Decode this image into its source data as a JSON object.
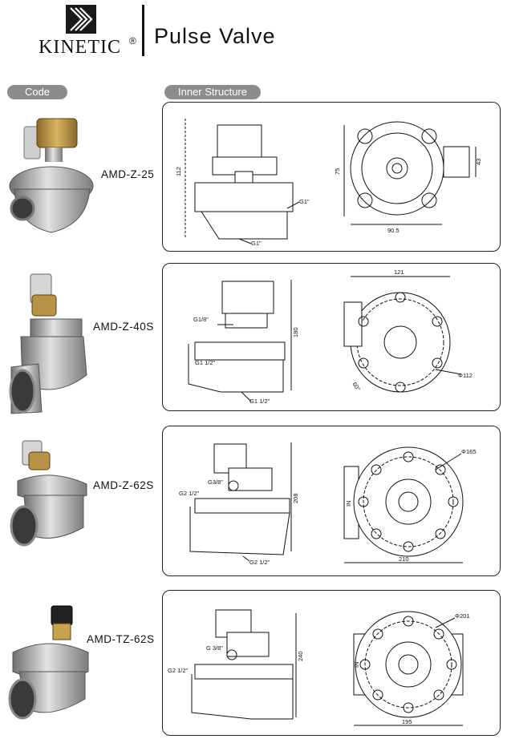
{
  "brand": {
    "name": "KINETIC",
    "reg": "®"
  },
  "page": {
    "title": "Pulse Valve"
  },
  "headers": {
    "code": "Code",
    "inner": "Inner Structure"
  },
  "products": [
    {
      "model": "AMD-Z-25",
      "dims": {
        "height": "112",
        "port_side": "G1\"",
        "port_bottom": "G1\"",
        "depth": "75",
        "coil": "43",
        "width": "90.5"
      }
    },
    {
      "model": "AMD-Z-40S",
      "dims": {
        "top_width": "121",
        "pilot": "G1/8\"",
        "port_side": "G1 1/2\"",
        "height": "180",
        "port_bottom": "G1 1/2\"",
        "angle": "60°",
        "diameter": "Φ112"
      }
    },
    {
      "model": "AMD-Z-62S",
      "dims": {
        "pilot": "G3/8\"",
        "port_side": "G2 1/2\"",
        "height": "208",
        "port_bottom": "G2 1/2\"",
        "diameter": "Φ165",
        "inlet": "IN",
        "width": "210"
      }
    },
    {
      "model": "AMD-TZ-62S",
      "dims": {
        "pilot": "G 3/8\"",
        "port_side": "G2 1/2\"",
        "height": "240",
        "diameter": "Φ201",
        "inlet": "IN",
        "width": "195"
      }
    }
  ]
}
